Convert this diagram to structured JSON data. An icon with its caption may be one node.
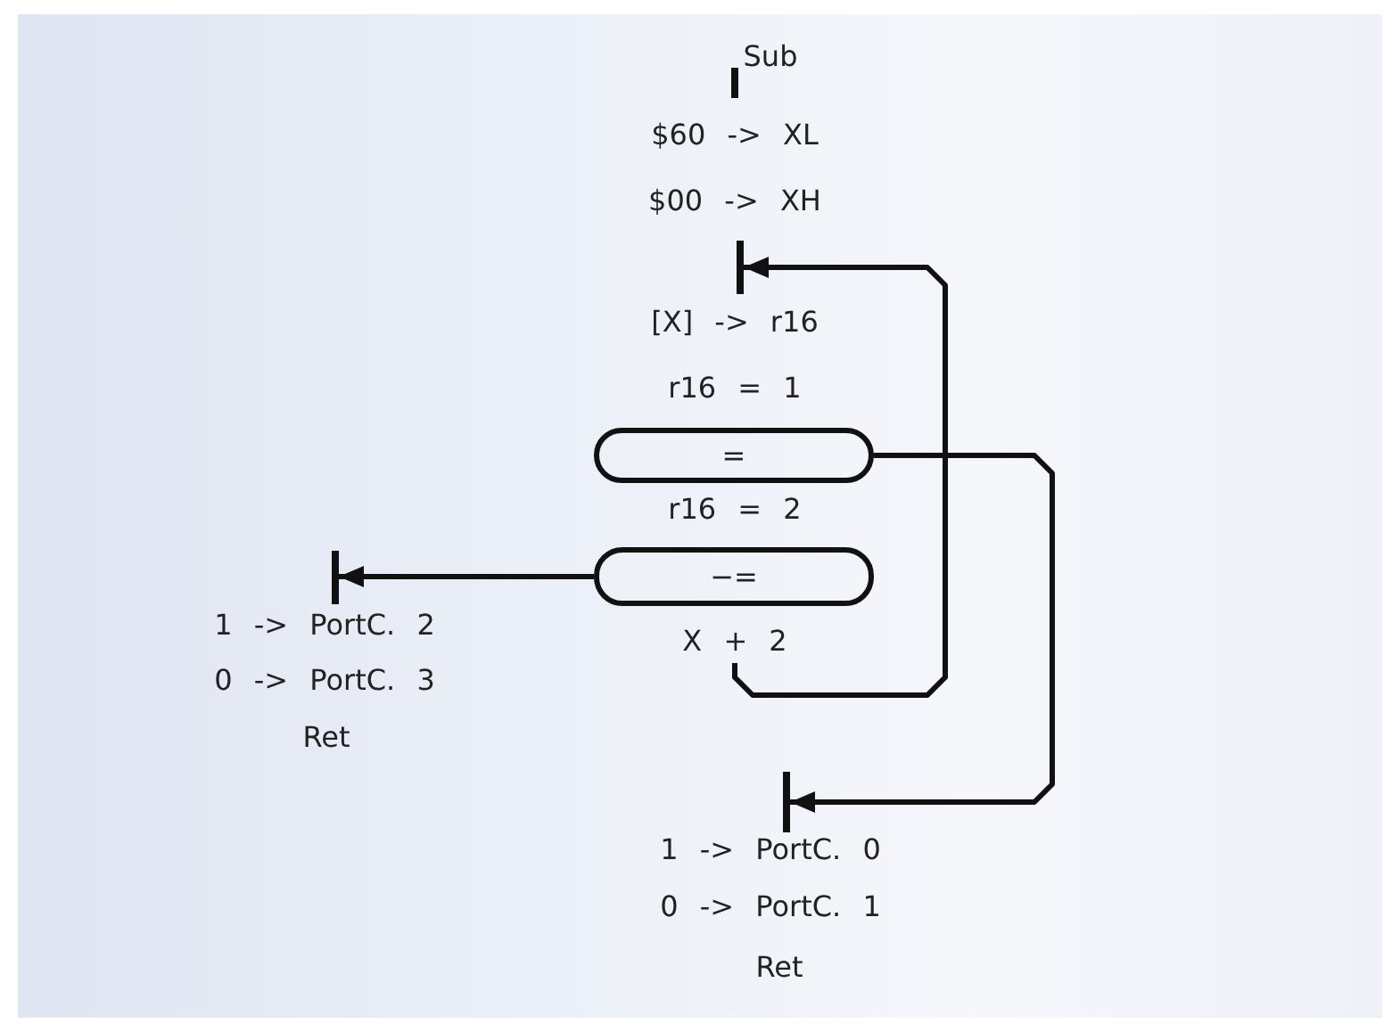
{
  "diagram": {
    "nodes": [
      {
        "text": [],
        "shape": "bar",
        "beside": [
          "Sub"
        ]
      },
      {
        "text": [],
        "shape": "bar"
      },
      {
        "text": [
          "="
        ],
        "beside": [
          "r16 = 1"
        ]
      },
      {
        "text": [
          "−="
        ],
        "beside": [
          "r16 = 2"
        ]
      },
      {
        "text": [
          "X + 2"
        ]
      },
      {
        "text": [],
        "shape": "bar"
      },
      {
        "text": [],
        "shape": "bar"
      }
    ],
    "edges": [
      {
        "from": 4,
        "to": 1,
        "arrow": "to"
      },
      {
        "from": 2,
        "to": 6,
        "arrow": "to"
      },
      {
        "from": 3,
        "to": 5,
        "arrow": "to"
      }
    ],
    "labels": [
      "$60 -> XL",
      "$00 -> XH",
      "[X] -> r16",
      "1 -> PortC. 2",
      "0 -> PortC. 3",
      "Ret",
      "1 -> PortC. 0",
      "0 -> PortC. 1",
      "Ret"
    ]
  }
}
